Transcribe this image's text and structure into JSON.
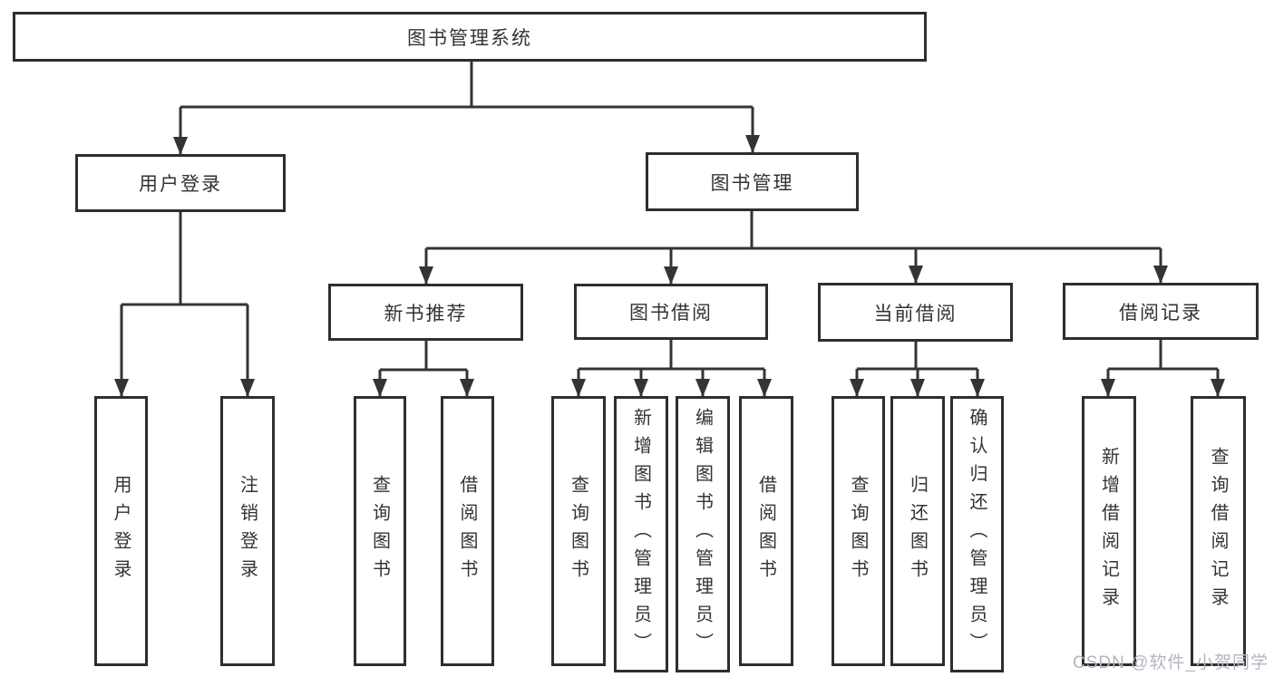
{
  "nodes": {
    "root": {
      "label": "图书管理系统"
    },
    "user_login": {
      "label": "用户登录"
    },
    "book_mgmt": {
      "label": "图书管理"
    },
    "new_books": {
      "label": "新书推荐"
    },
    "book_borrow": {
      "label": "图书借阅"
    },
    "current_borrow": {
      "label": "当前借阅"
    },
    "borrow_records": {
      "label": "借阅记录"
    },
    "leaves": [
      {
        "label": "用户登录"
      },
      {
        "label": "注销登录"
      },
      {
        "label": "查询图书"
      },
      {
        "label": "借阅图书"
      },
      {
        "label": "查询图书"
      },
      {
        "label": "新增图书（管理员）"
      },
      {
        "label": "编辑图书（管理员）"
      },
      {
        "label": "借阅图书"
      },
      {
        "label": "查询图书"
      },
      {
        "label": "归还图书"
      },
      {
        "label": "确认归还（管理员）"
      },
      {
        "label": "新增借阅记录"
      },
      {
        "label": "查询借阅记录"
      }
    ]
  },
  "watermark": {
    "text": "CSDN @软件_小贺同学"
  },
  "colors": {
    "line": "#343434",
    "box_border": "#2e2e2e",
    "text": "#333333",
    "background": "#ffffff",
    "watermark": "#b5b5bf"
  }
}
